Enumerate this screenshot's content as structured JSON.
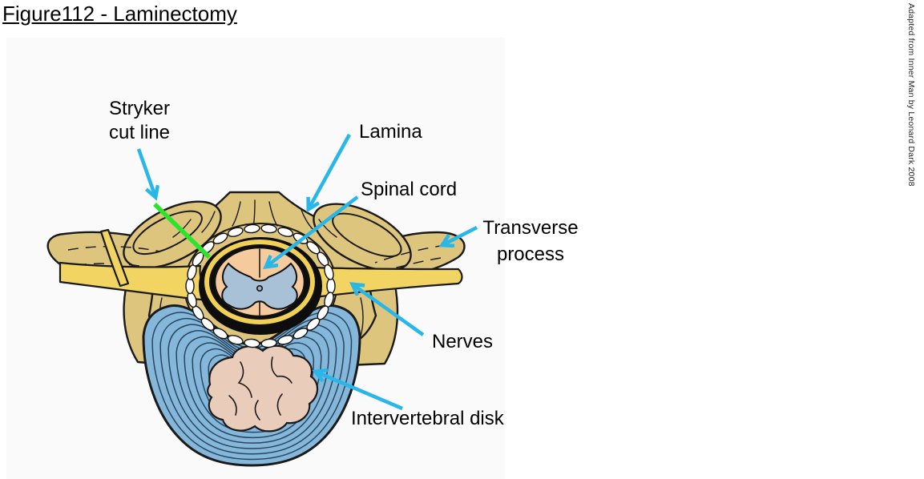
{
  "title": "Figure112 - Laminectomy",
  "credit": "Adapted from Inner Man by Leonard Dark 2008",
  "labels": {
    "stryker_line1": "Stryker",
    "stryker_line2": "cut line",
    "lamina": "Lamina",
    "spinal_cord": "Spinal cord",
    "transverse_line1": "Transverse",
    "transverse_line2": "process",
    "nerves": "Nerves",
    "disk": "Intervertebral disk"
  },
  "colors": {
    "arrow": "#29b6e8",
    "cut_line": "#2be42b",
    "bone": "#ddc57d",
    "nerve": "#f2d463",
    "disk": "#85b7da",
    "nucleus": "#e9ccba",
    "cord": "#f5cb9e",
    "gray_matter": "#a9c1d6",
    "dura": "#f0d155",
    "canal": "#0d0d0d"
  }
}
